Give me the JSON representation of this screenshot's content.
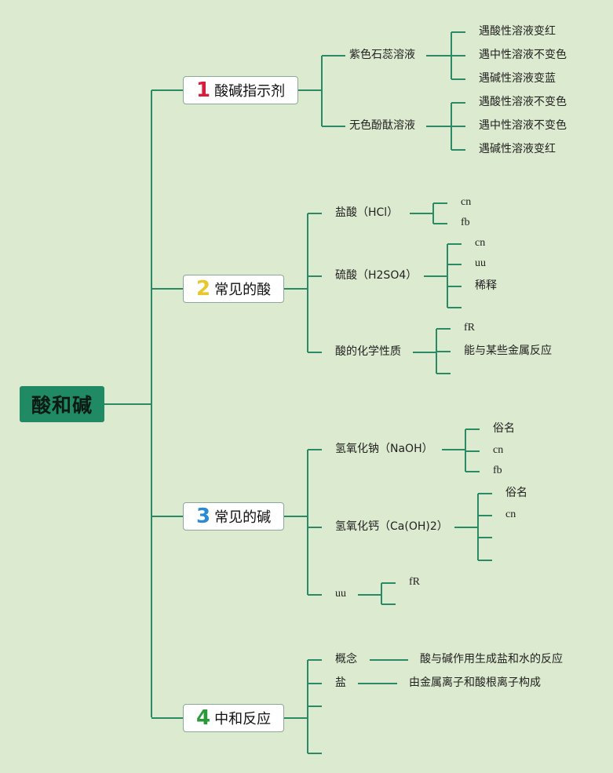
{
  "root": {
    "label": "酸和碱"
  },
  "colors": {
    "line": "#2b8a66",
    "root_bg": "#1f8a63",
    "background": "#dceacf"
  },
  "branches": [
    {
      "number": "1",
      "number_color": "#d81e3a",
      "label": "酸碱指示剂",
      "children": [
        {
          "label": "紫色石蕊溶液",
          "children": [
            "遇酸性溶液变红",
            "遇中性溶液不变色",
            "遇碱性溶液变蓝"
          ]
        },
        {
          "label": "无色酚酞溶液",
          "children": [
            "遇酸性溶液不变色",
            "遇中性溶液不变色",
            "遇碱性溶液变红"
          ]
        }
      ]
    },
    {
      "number": "2",
      "number_color": "#e9c62a",
      "label": "常见的酸",
      "children": [
        {
          "label": "盐酸（HCl）",
          "children": [
            "cn",
            "fb"
          ]
        },
        {
          "label": "硫酸（H2SO4）",
          "children": [
            "cn",
            "uu",
            "稀释",
            ""
          ]
        },
        {
          "label": "酸的化学性质",
          "children": [
            "fR",
            "能与某些金属反应",
            ""
          ]
        }
      ]
    },
    {
      "number": "3",
      "number_color": "#2a8ad6",
      "label": "常见的碱",
      "children": [
        {
          "label": "氢氧化钠（NaOH）",
          "children": [
            "俗名",
            "cn",
            "fb"
          ]
        },
        {
          "label": "氢氧化钙（Ca(OH)2）",
          "children": [
            "俗名",
            "cn",
            "",
            ""
          ]
        },
        {
          "label": "uu",
          "children": [
            "fR",
            ""
          ]
        }
      ]
    },
    {
      "number": "4",
      "number_color": "#2a9a3a",
      "label": "中和反应",
      "children": [
        {
          "label": "概念",
          "children": [
            "酸与碱作用生成盐和水的反应"
          ]
        },
        {
          "label": "盐",
          "children": [
            "由金属离子和酸根离子构成"
          ]
        },
        {
          "label": "",
          "children": []
        },
        {
          "label": "",
          "children": []
        }
      ]
    }
  ]
}
